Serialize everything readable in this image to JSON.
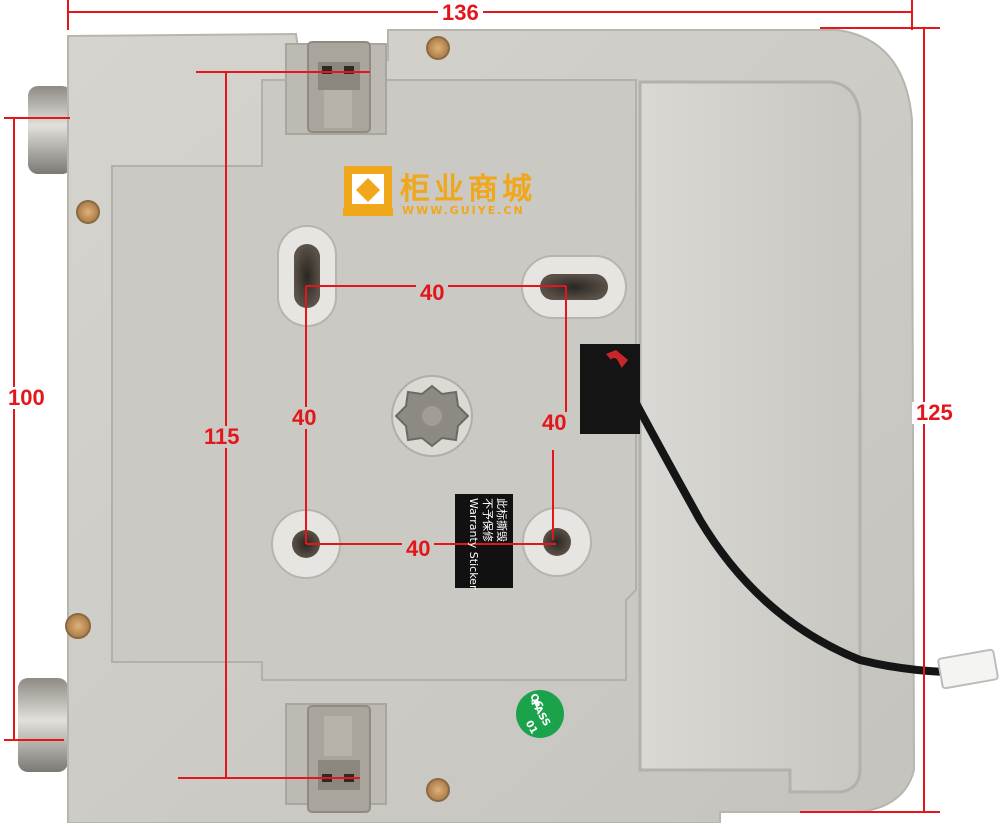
{
  "photo": {
    "subject": "lock-plate",
    "colors": {
      "background": "#ffffff",
      "plate": "#cfcdc8",
      "dimension_line": "#e3161b",
      "logo_orange": "#f0a71a",
      "sticker": "#111111",
      "qc_badge": "#1aa34a",
      "cable": "#151515"
    }
  },
  "dimensions": {
    "top_width": "136",
    "left_height": "100",
    "inner_height": "115",
    "right_height": "125",
    "slot_spacing_top": "40",
    "slot_spacing_bottom": "40",
    "slot_spacing_left": "40",
    "slot_spacing_right": "40"
  },
  "watermark": {
    "brand_cn": "柜业商城",
    "url": "WWW.GUIYE.CN"
  },
  "sticker": {
    "line1": "此标撕毁",
    "line2": "不予保修",
    "line3": "Warranty Sticker"
  },
  "qc_badge": {
    "line1": "QC",
    "line2": "PASS",
    "line3": "01"
  }
}
